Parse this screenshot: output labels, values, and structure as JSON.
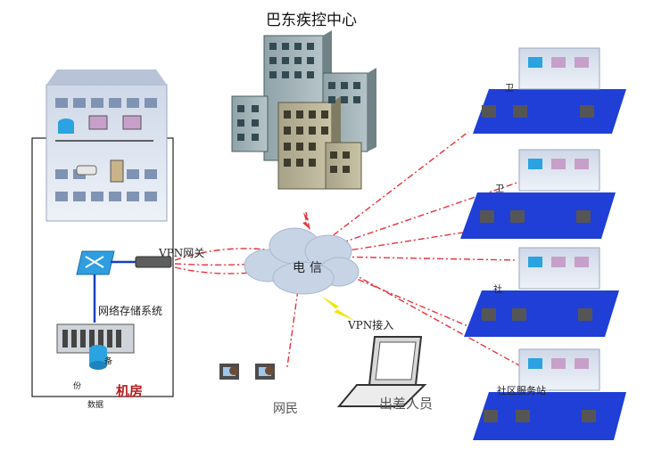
{
  "labels": {
    "center_title": "巴东疾控中心",
    "vpn_gateway": "VPN网关",
    "telecom": "电信",
    "storage_system": "网络存储系统",
    "machine_room": "机房",
    "backup_char_1": "备",
    "backup_char_2": "份",
    "data": "数据",
    "vpn_access": "VPN接入",
    "netizen": "网民",
    "traveling_staff": "出差人员",
    "site_1_partial": "卫",
    "site_2_partial": "卫",
    "site_3_partial": "社",
    "site_4": "社区服务站"
  },
  "colors": {
    "link": "#e8323c",
    "site_panel": "#1f3fd6",
    "cloud": "#c7d4e6",
    "room_label": "#b81d1d",
    "wireless": "#f2e600"
  },
  "icons": [
    "center-buildings-icon",
    "office-building-icon",
    "server-rack-icon",
    "telephone-icon",
    "vpn-switch-icon",
    "vpn-router-icon",
    "storage-array-icon",
    "cloud-icon",
    "laptop-icon",
    "workstation-icon",
    "lightning-icon"
  ]
}
